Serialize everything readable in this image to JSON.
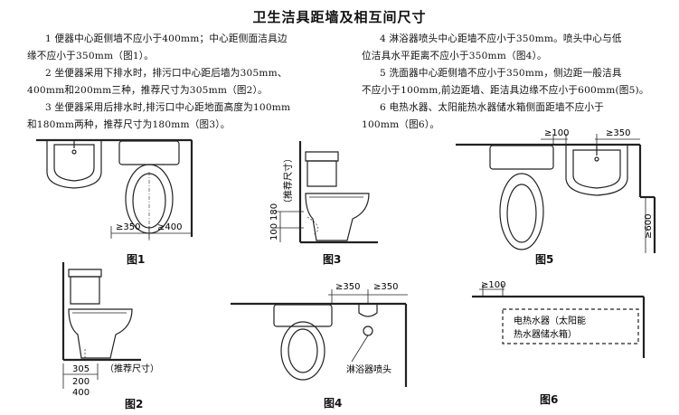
{
  "title": "卫生洁具距墙及相互间尺寸",
  "left_paragraphs": [
    [
      "1 便器中心距侧墙不应小于400mm；中心距侧面洁具边",
      "缘不应小于350mm（图1）。"
    ],
    [
      "2 坐便器采用下排水时，排污口中心距后墙为305mm、",
      "400mm和200mm三种，推荐尺寸为305mm（图2）。"
    ],
    [
      "3 坐便器采用后排水时,排污口中心距地面高度为100mm",
      "和180mm两种，推荐尺寸为180mm（图3）。"
    ]
  ],
  "right_paragraphs": [
    [
      "4 淋浴器喷头中心距墙不应小于350mm。喷头中心与低",
      "位洁具水平距离不应小于350mm（图4）。"
    ],
    [
      "5 洗面器中心距侧墙不应小于350mm，侧边距一般洁具",
      "不应小于100mm,前边距墙、距洁具边缘不应小于600mm(图5)。"
    ],
    [
      "6 电热水器、太阳能热水器储水箱侧面距墙不应小于",
      "100mm（图6）。"
    ]
  ],
  "figures": {
    "fig1": {
      "caption": "图1",
      "dim_a": "≥350",
      "dim_b": "≥400"
    },
    "fig2": {
      "caption": "图2",
      "dim_main": "305",
      "dim_note": "（推荐尺寸）",
      "dim_alt1": "200",
      "dim_alt2": "400"
    },
    "fig3": {
      "caption": "图3",
      "dim_a": "100",
      "dim_b": "180",
      "dim_note": "（推荐尺寸）"
    },
    "fig4": {
      "caption": "图4",
      "dim_a": "≥350",
      "dim_b": "≥350",
      "label": "淋浴器喷头"
    },
    "fig5": {
      "caption": "图5",
      "dim_a": "≥100",
      "dim_b": "≥350",
      "dim_c": "≥600"
    },
    "fig6": {
      "caption": "图6",
      "dim_a": "≥100",
      "label_line1": "电热水器（太阳能",
      "label_line2": "热水器储水箱）"
    }
  }
}
